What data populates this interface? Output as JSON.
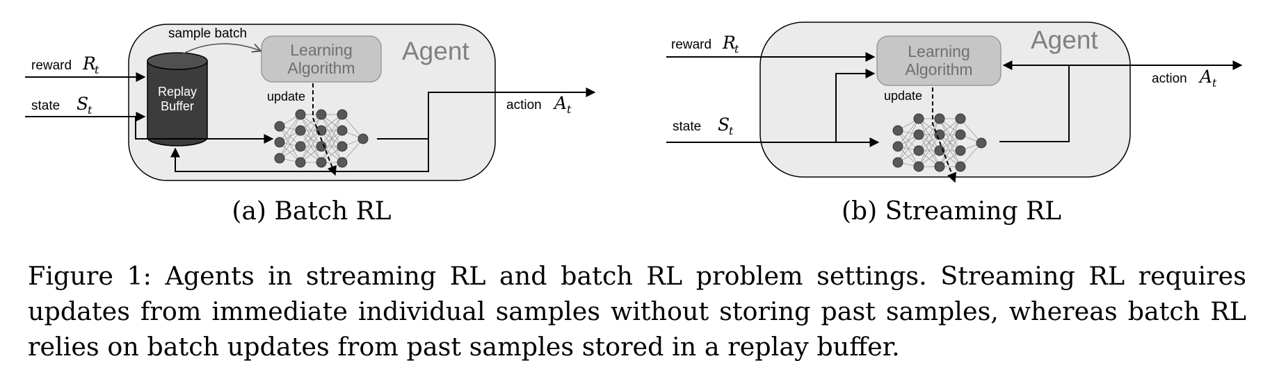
{
  "panel_a": {
    "agent_label": "Agent",
    "learning_algorithm": [
      "Learning",
      "Algorithm"
    ],
    "replay_buffer": [
      "Replay",
      "Buffer"
    ],
    "sample_batch": "sample batch",
    "update": "update",
    "reward": "reward",
    "reward_symbol": "R",
    "state": "state",
    "state_symbol": "S",
    "action": "action",
    "action_symbol": "A",
    "subscript": "t",
    "subcaption": "(a) Batch RL"
  },
  "panel_b": {
    "agent_label": "Agent",
    "learning_algorithm": [
      "Learning",
      "Algorithm"
    ],
    "update": "update",
    "reward": "reward",
    "reward_symbol": "R",
    "state": "state",
    "state_symbol": "S",
    "action": "action",
    "action_symbol": "A",
    "subscript": "t",
    "subcaption": "(b) Streaming RL"
  },
  "figure_caption": "Figure 1: Agents in streaming RL and batch RL problem settings. Streaming RL requires updates from immediate individual samples without storing past samples, whereas batch RL relies on batch updates from past samples stored in a replay buffer.",
  "colors": {
    "agent_fill": "#ebebeb",
    "algorithm_fill": "#c6c6c6",
    "algorithm_text": "#6f6f6f",
    "agent_text": "#808080",
    "buffer_fill": "#3c3c3c",
    "neuron_fill": "#585858",
    "line": "#000000"
  }
}
